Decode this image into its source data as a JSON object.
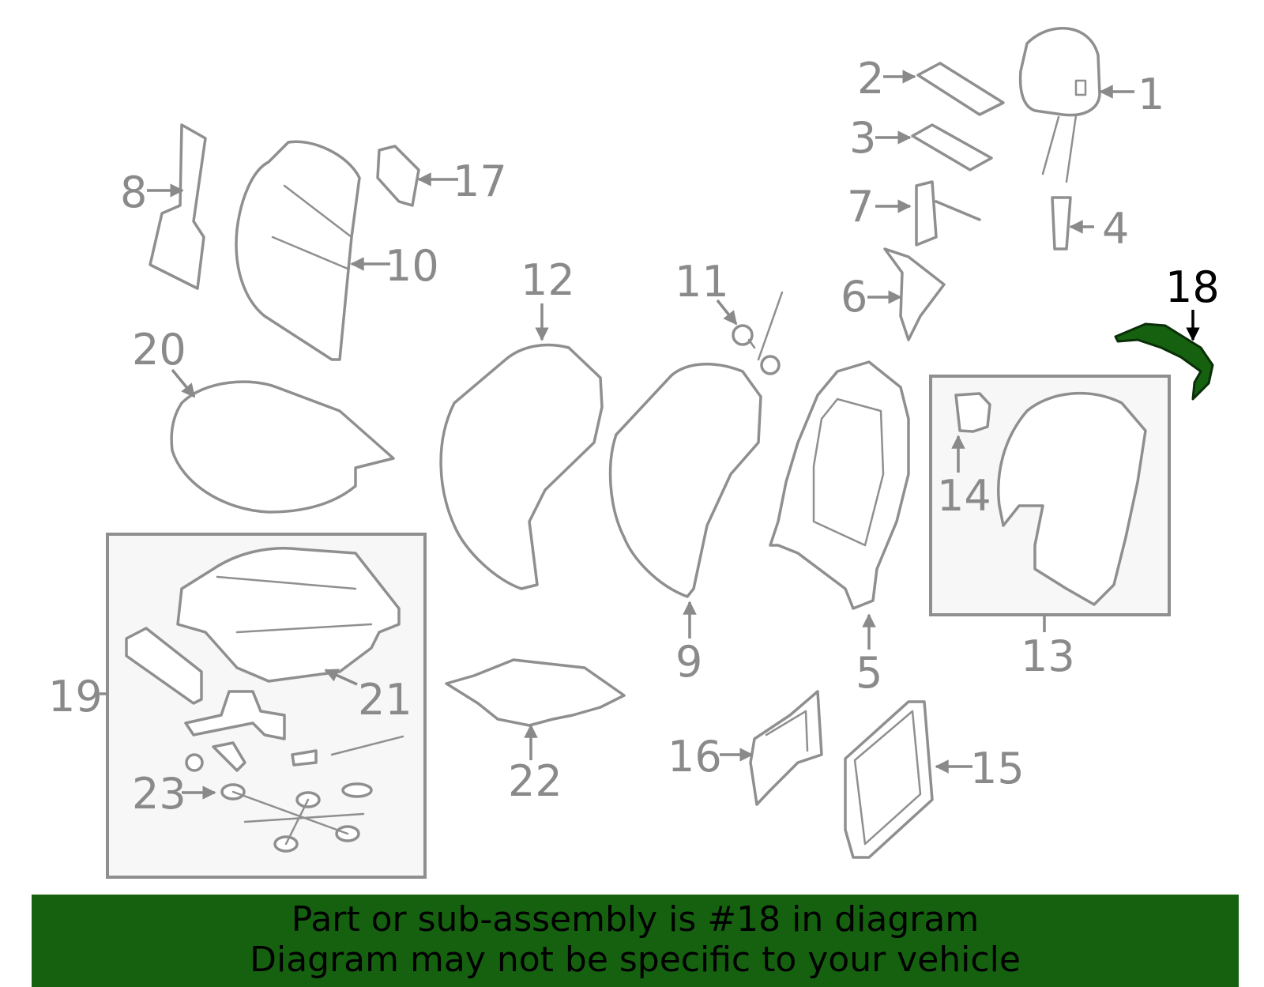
{
  "diagram": {
    "highlight_color": "#156110",
    "highlighted_callout": "18",
    "callouts": [
      "1",
      "2",
      "3",
      "4",
      "5",
      "6",
      "7",
      "8",
      "9",
      "10",
      "11",
      "12",
      "13",
      "14",
      "15",
      "16",
      "17",
      "18",
      "19",
      "20",
      "21",
      "22",
      "23"
    ]
  },
  "banner": {
    "line1": "Part or sub-assembly is #18 in diagram",
    "line2": "Diagram may not be specific to your vehicle",
    "background": "#156110"
  }
}
